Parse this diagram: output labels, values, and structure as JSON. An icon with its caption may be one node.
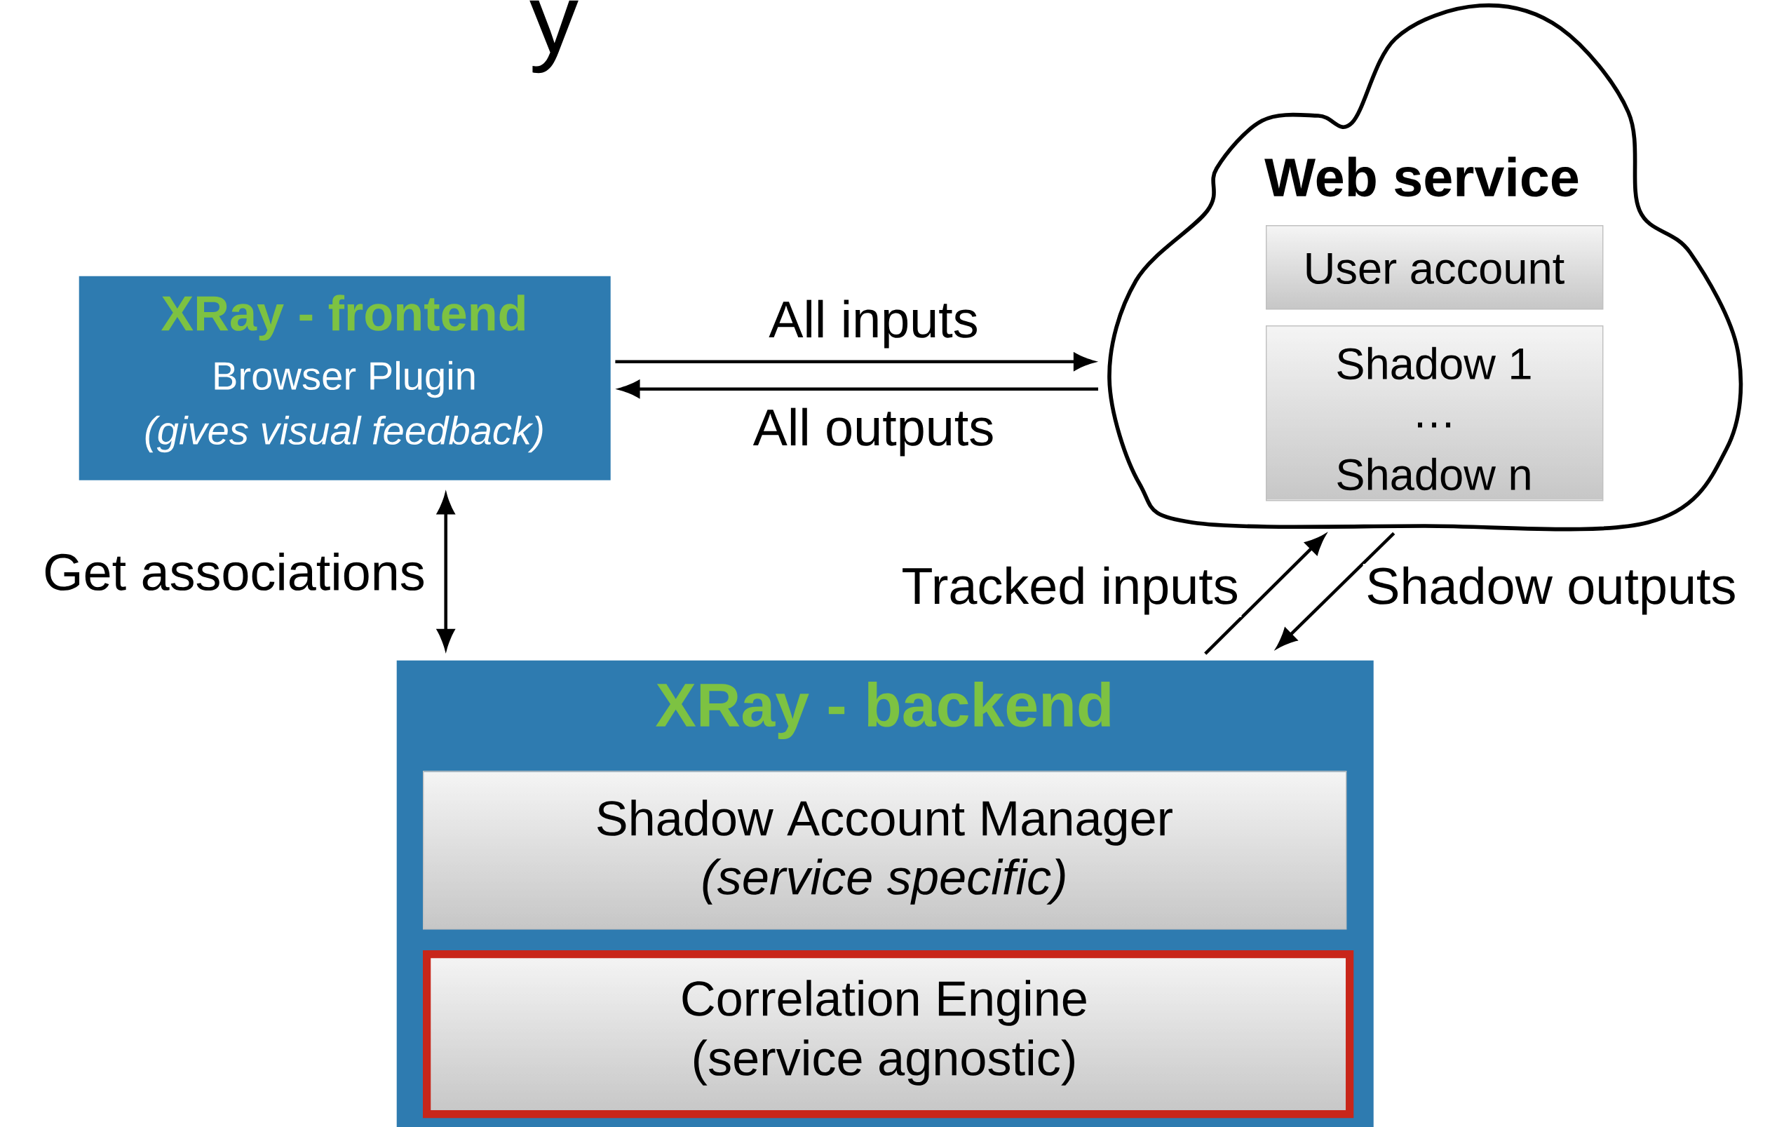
{
  "diagram": {
    "nodes": [
      {
        "text": [
          "XRay - frontend",
          "Browser Plugin",
          "(gives visual feedback)"
        ]
      },
      {
        "text": [
          "Web service"
        ]
      },
      {
        "text": [
          "User account"
        ],
        "in": 1
      },
      {
        "text": [
          "Shadow 1",
          "…",
          "Shadow n"
        ],
        "in": 1
      },
      {
        "text": [
          "XRay - backend"
        ]
      },
      {
        "text": [
          "Shadow Account Manager",
          "(service specific)"
        ],
        "in": 4
      },
      {
        "text": [
          "Correlation Engine",
          "(service agnostic)"
        ],
        "in": 4
      }
    ],
    "edges": [
      {
        "from": 0,
        "to": 1,
        "arrow": "to",
        "label": "All inputs"
      },
      {
        "from": 1,
        "to": 0,
        "arrow": "to",
        "label": "All outputs"
      },
      {
        "from": 0,
        "to": 4,
        "arrow": "both",
        "label": "Get associations"
      },
      {
        "from": 4,
        "to": 1,
        "arrow": "to",
        "label": "Tracked inputs"
      },
      {
        "from": 1,
        "to": 4,
        "arrow": "to",
        "label": "Shadow outputs"
      }
    ],
    "labels": [
      "y"
    ]
  }
}
